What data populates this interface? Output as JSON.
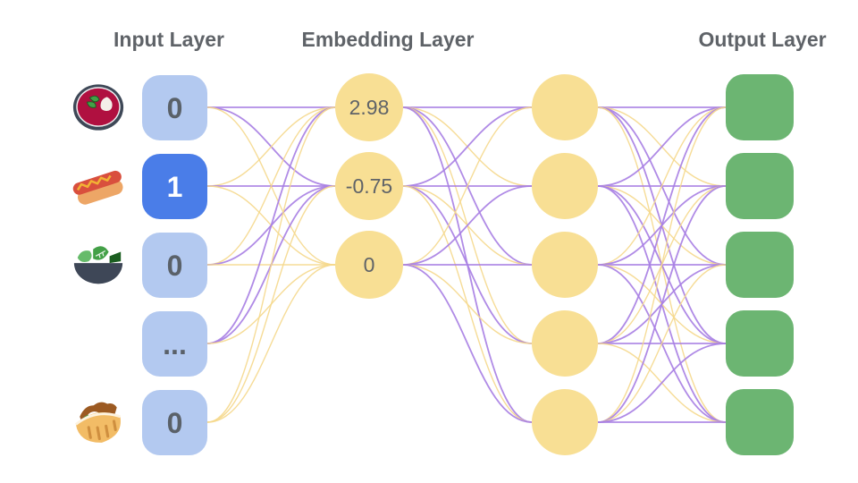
{
  "titles": {
    "input": "Input Layer",
    "embedding": "Embedding Layer",
    "output": "Output Layer"
  },
  "colors": {
    "input_node": "#b3c9f0",
    "input_node_active": "#4a7de8",
    "node_text": "#5f6368",
    "active_node_text": "#ffffff",
    "embedding_node": "#f8df94",
    "hidden_node": "#f8df94",
    "output_node": "#6cb572",
    "wire_purple": "#a77ee3",
    "wire_yellow": "#f5d88c",
    "title_text": "#5f6368"
  },
  "input": {
    "nodes": [
      {
        "icon": "soup-icon",
        "value": "0",
        "active": false
      },
      {
        "icon": "hotdog-icon",
        "value": "1",
        "active": true
      },
      {
        "icon": "salad-icon",
        "value": "0",
        "active": false
      },
      {
        "icon": "none",
        "value": "...",
        "active": false
      },
      {
        "icon": "flatbread-icon",
        "value": "0",
        "active": false
      }
    ]
  },
  "embedding": {
    "nodes": [
      {
        "value": "2.98"
      },
      {
        "value": "-0.75"
      },
      {
        "value": "0"
      }
    ]
  },
  "hidden": {
    "count": 5
  },
  "output": {
    "count": 5
  },
  "wires": {
    "input_to_embedding": [
      "P",
      "P",
      "Y",
      "Y",
      "P",
      "Y",
      "Y",
      "P",
      "Y",
      "P",
      "P",
      "Y",
      "Y",
      "Y",
      "Y"
    ],
    "embedding_to_hidden": [
      "P",
      "Y",
      "P",
      "Y",
      "P",
      "P",
      "P",
      "Y",
      "P",
      "Y",
      "Y",
      "P",
      "P",
      "Y",
      "P"
    ],
    "hidden_to_output": [
      "P",
      "Y",
      "P",
      "P",
      "Y",
      "P",
      "P",
      "Y",
      "P",
      "P",
      "Y",
      "P",
      "P",
      "Y",
      "P",
      "P",
      "Y",
      "P",
      "P",
      "Y",
      "Y",
      "P",
      "Y",
      "P",
      "P"
    ]
  }
}
